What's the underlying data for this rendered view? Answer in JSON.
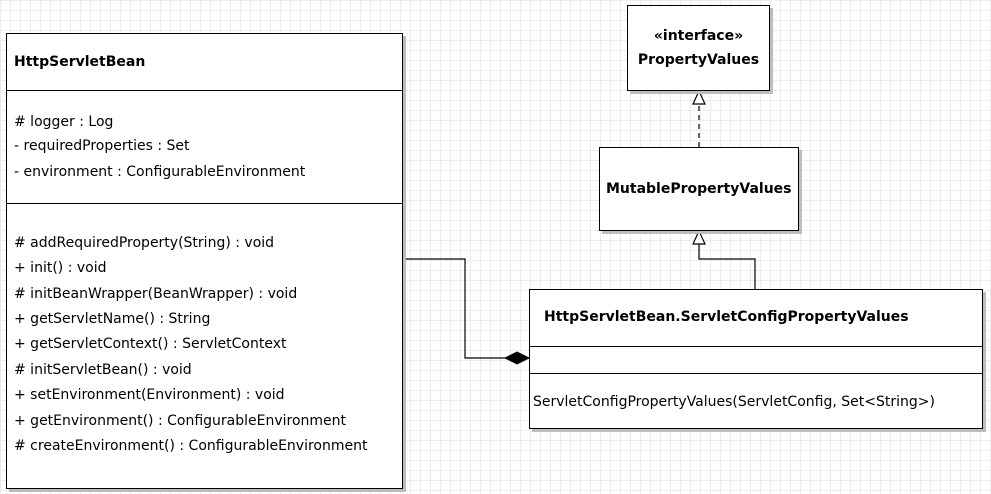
{
  "classes": {
    "http_servlet_bean": {
      "name": "HttpServletBean",
      "fields": [
        "# logger : Log",
        "- requiredProperties : Set",
        "- environment : ConfigurableEnvironment"
      ],
      "methods": [
        "# addRequiredProperty(String) : void",
        "+ init() : void",
        "# initBeanWrapper(BeanWrapper) : void",
        "+ getServletName() : String",
        "+ getServletContext() : ServletContext",
        "# initServletBean() : void",
        "+ setEnvironment(Environment) : void",
        "+ getEnvironment() : ConfigurableEnvironment",
        "# createEnvironment() : ConfigurableEnvironment"
      ]
    },
    "property_values": {
      "stereotype": "«interface»",
      "name": "PropertyValues"
    },
    "mutable_property_values": {
      "name": "MutablePropertyValues"
    },
    "servlet_config_property_values": {
      "name": "HttpServletBean.ServletConfigPropertyValues",
      "methods": [
        "ServletConfigPropertyValues(ServletConfig, Set<String>)"
      ]
    }
  }
}
